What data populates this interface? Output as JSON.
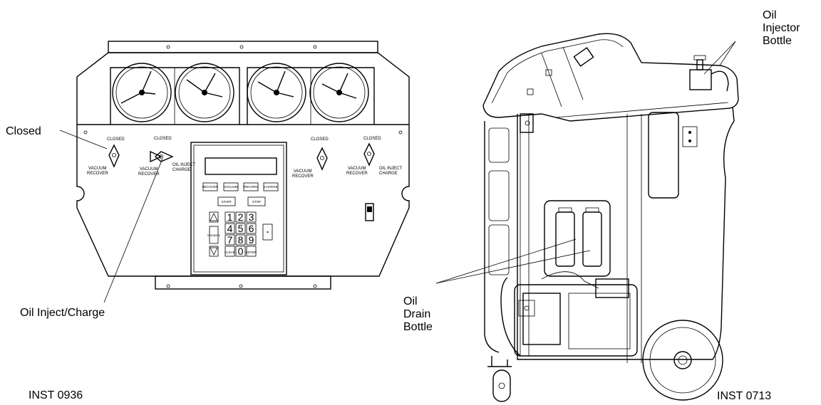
{
  "callouts": {
    "closed": "Closed",
    "oil_inject_charge": "Oil Inject/Charge",
    "oil_drain_bottle": [
      "Oil",
      "Drain",
      "Bottle"
    ],
    "oil_injector_bottle": [
      "Oil",
      "Injector",
      "Bottle"
    ]
  },
  "figure_ids": {
    "left": "INST 0936",
    "right": "INST 0713"
  },
  "panel_labels": {
    "closed": "CLOSED",
    "vacuum": "VACUUM",
    "recover": "RECOVER",
    "oil_inject": "OIL INJECT",
    "charge": "CHARGE"
  },
  "keypad": {
    "function_buttons": [
      "RECOVER",
      "VACUUM",
      "RECHRG",
      "CHARGE"
    ],
    "start": "START",
    "stop": "STOP",
    "keys": [
      "1",
      "2",
      "3",
      "4",
      "5",
      "6",
      "7",
      "8",
      "9",
      "0"
    ],
    "clear": "CLEAR",
    "enter": "ENTER",
    "side_label": "DATABASE"
  }
}
